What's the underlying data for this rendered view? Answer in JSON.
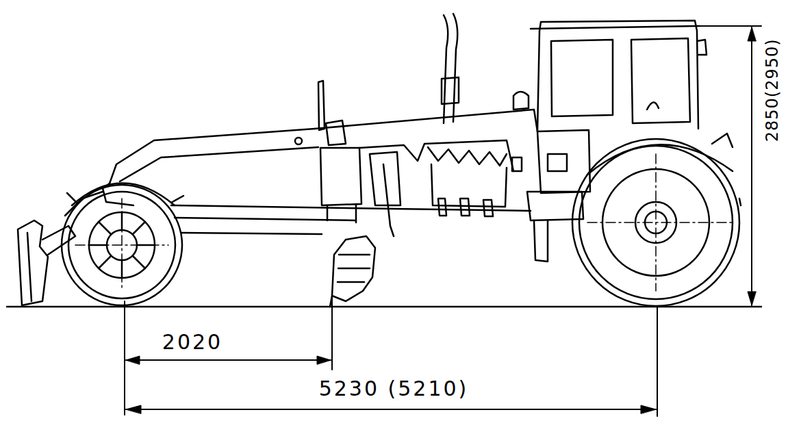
{
  "diagram": {
    "labels": [
      "2850(2950)",
      "2020",
      "5230 (5210)"
    ]
  }
}
